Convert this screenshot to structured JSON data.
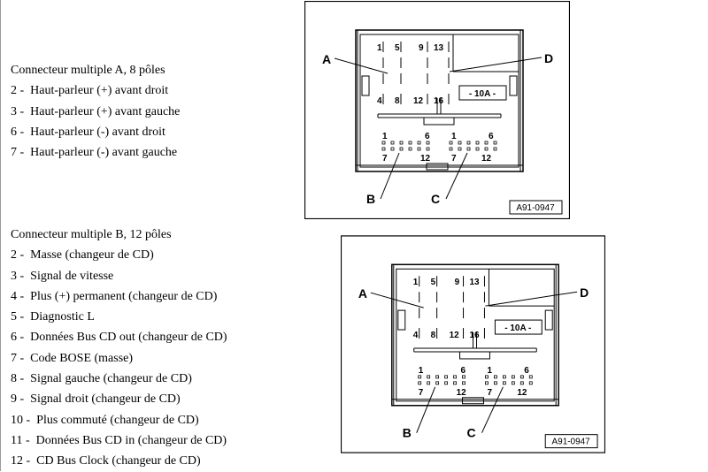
{
  "connector_a": {
    "heading": "Connecteur multiple A, 8 pôles",
    "items": [
      {
        "num": "2 -",
        "label": "Haut-parleur (+) avant droit"
      },
      {
        "num": "3 -",
        "label": "Haut-parleur (+) avant gauche"
      },
      {
        "num": "6 -",
        "label": "Haut-parleur (-) avant droit"
      },
      {
        "num": "7 -",
        "label": "Haut-parleur (-) avant gauche"
      }
    ]
  },
  "connector_b": {
    "heading": "Connecteur multiple B, 12 pôles",
    "items": [
      {
        "num": "2 -",
        "label": "Masse (changeur de CD)"
      },
      {
        "num": "3 -",
        "label": "Signal de vitesse"
      },
      {
        "num": "4 -",
        "label": "Plus (+) permanent (changeur de CD)"
      },
      {
        "num": "5 -",
        "label": "Diagnostic L"
      },
      {
        "num": "6 -",
        "label": "Données Bus CD out (changeur de CD)"
      },
      {
        "num": "7 -",
        "label": "Code BOSE (masse)"
      },
      {
        "num": "8 -",
        "label": "Signal gauche (changeur de CD)"
      },
      {
        "num": "9 -",
        "label": "Signal droit (changeur de CD)"
      },
      {
        "num": "10 -",
        "label": "Plus commuté (changeur de CD)"
      },
      {
        "num": "11 -",
        "label": "Données Bus CD in (changeur de CD)"
      },
      {
        "num": "12 -",
        "label": "CD Bus Clock (changeur de CD)"
      }
    ]
  },
  "diagram": {
    "callouts": {
      "a": "A",
      "b": "B",
      "c": "C",
      "d": "D"
    },
    "pins_top": [
      "1",
      "5",
      "9",
      "13"
    ],
    "pins_bottom": [
      "4",
      "8",
      "12",
      "16"
    ],
    "fuse": "- 10A -",
    "pins_b": {
      "tl": "1",
      "tr": "6",
      "bl": "7",
      "br": "12"
    },
    "pins_c": {
      "tl": "1",
      "tr": "6",
      "bl": "7",
      "br": "12"
    },
    "ref": "A91-0947"
  }
}
